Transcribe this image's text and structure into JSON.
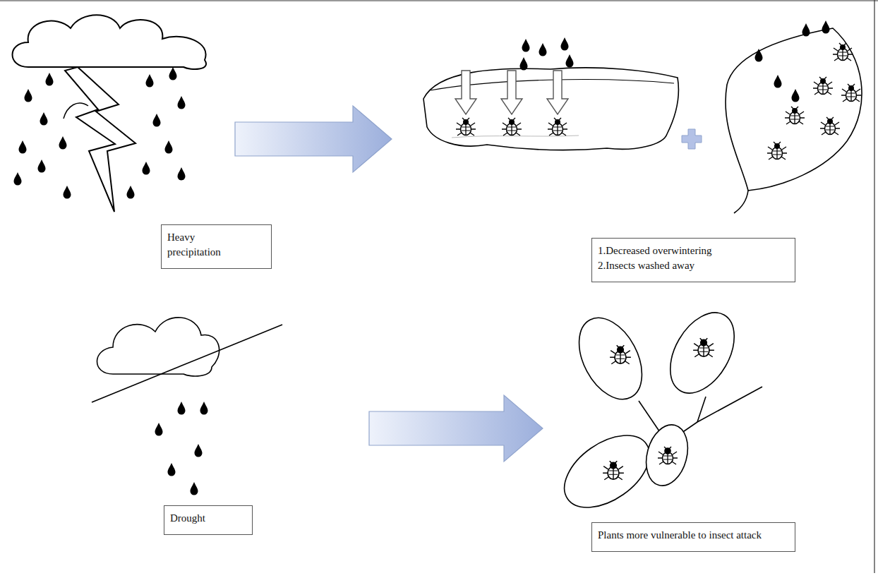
{
  "diagram": {
    "nodes": [
      {
        "text": [
          "Heavy precipitation"
        ]
      },
      {
        "text": [
          "1.Decreased overwintering",
          "2.Insects washed away"
        ]
      },
      {
        "text": [
          "Drought"
        ]
      },
      {
        "text": [
          "Plants more vulnerable to insect attack"
        ]
      }
    ],
    "edges": [
      {
        "from": 0,
        "to": 1,
        "arrow": "to"
      },
      {
        "from": 2,
        "to": 3,
        "arrow": "to"
      }
    ]
  }
}
